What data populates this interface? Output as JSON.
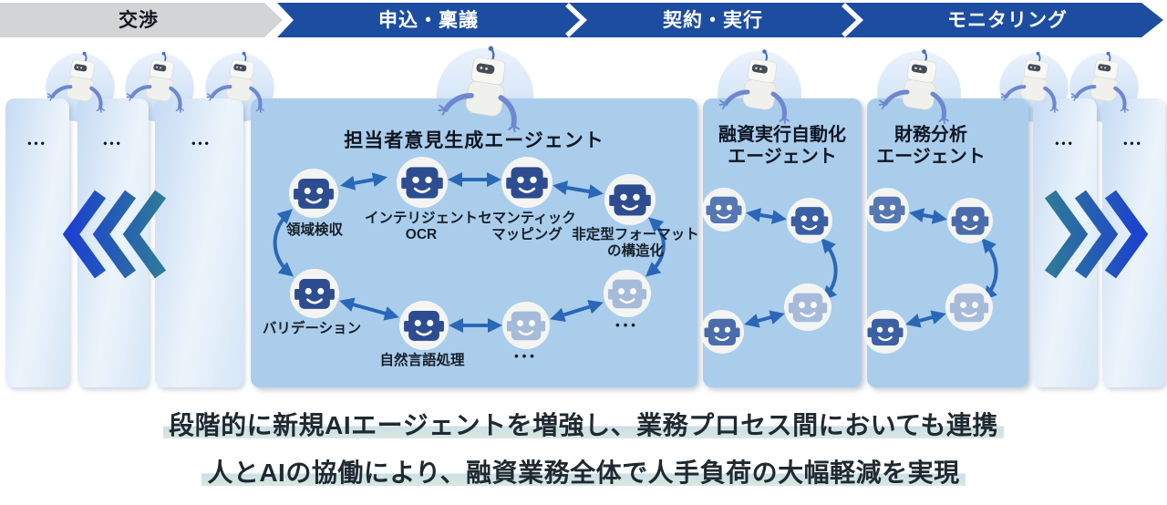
{
  "process_bar": {
    "stages": [
      {
        "label": "交渉",
        "state": "inactive"
      },
      {
        "label": "申込・稟議",
        "state": "active"
      },
      {
        "label": "契約・実行",
        "state": "active"
      },
      {
        "label": "モニタリング",
        "state": "active"
      }
    ]
  },
  "panels": {
    "left_placeholders": [
      {
        "label": "•••"
      },
      {
        "label": "•••"
      },
      {
        "label": "•••"
      }
    ],
    "main_agent": {
      "title": "担当者意見生成エージェント",
      "sub_agents": [
        {
          "label": "領域検収",
          "tone": "dark"
        },
        {
          "label": "インテリジェント\nOCR",
          "tone": "dark"
        },
        {
          "label": "セマンティック\nマッピング",
          "tone": "dark"
        },
        {
          "label": "非定型フォーマット\nの構造化",
          "tone": "dark"
        },
        {
          "label": "バリデーション",
          "tone": "dark"
        },
        {
          "label": "自然言語処理",
          "tone": "dark"
        },
        {
          "label": "•••",
          "tone": "light"
        },
        {
          "label": "•••",
          "tone": "light"
        }
      ]
    },
    "loan_agent": {
      "title": "融資実行自動化\nエージェント"
    },
    "finance_agent": {
      "title": "財務分析\nエージェント"
    },
    "right_placeholders": [
      {
        "label": "•••"
      },
      {
        "label": "•••"
      }
    ]
  },
  "caption": {
    "line1": "段階的に新規AIエージェントを増強し、業務プロセス間においても連携",
    "line2": "人とAIの協働により、融資業務全体で人手負荷の大幅軽減を実現"
  },
  "colors": {
    "bar_active": "#1d4da0",
    "bar_inactive": "#d3d4d6",
    "panel_solid": "#aacdec",
    "panel_light": "#d9e8f7",
    "agent_dark": "#2e4d90",
    "agent_medium": "#5577b3",
    "agent_light": "#a6bbda",
    "arrow": "#2b67b7",
    "chevron_blue": "#1c42cf",
    "chevron_teal": "#2e7899",
    "caption_highlight": "#cbdfe7"
  }
}
